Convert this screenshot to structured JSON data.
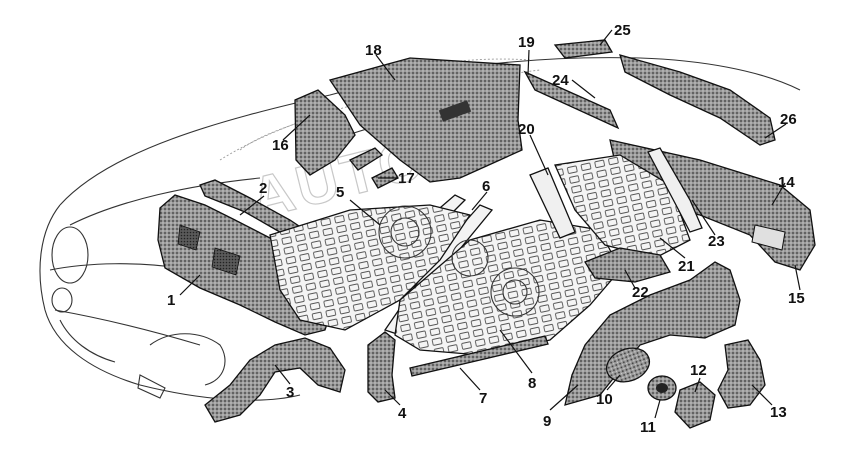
{
  "watermark": "AUTO",
  "callouts": [
    {
      "id": "1",
      "label": "1"
    },
    {
      "id": "2",
      "label": "2"
    },
    {
      "id": "3",
      "label": "3"
    },
    {
      "id": "4",
      "label": "4"
    },
    {
      "id": "5",
      "label": "5"
    },
    {
      "id": "6",
      "label": "6"
    },
    {
      "id": "7",
      "label": "7"
    },
    {
      "id": "8",
      "label": "8"
    },
    {
      "id": "9",
      "label": "9"
    },
    {
      "id": "10",
      "label": "10"
    },
    {
      "id": "11",
      "label": "11"
    },
    {
      "id": "12",
      "label": "12"
    },
    {
      "id": "13",
      "label": "13"
    },
    {
      "id": "14",
      "label": "14"
    },
    {
      "id": "15",
      "label": "15"
    },
    {
      "id": "16",
      "label": "16"
    },
    {
      "id": "17",
      "label": "17"
    },
    {
      "id": "18",
      "label": "18"
    },
    {
      "id": "19",
      "label": "19"
    },
    {
      "id": "20",
      "label": "20"
    },
    {
      "id": "21",
      "label": "21"
    },
    {
      "id": "22",
      "label": "22"
    },
    {
      "id": "23",
      "label": "23"
    },
    {
      "id": "24",
      "label": "24"
    },
    {
      "id": "25",
      "label": "25"
    },
    {
      "id": "26",
      "label": "26"
    }
  ],
  "colors": {
    "ink": "#111111",
    "part_fill": "#8a8a8a",
    "line_drawing": "#333333",
    "background": "#ffffff"
  }
}
